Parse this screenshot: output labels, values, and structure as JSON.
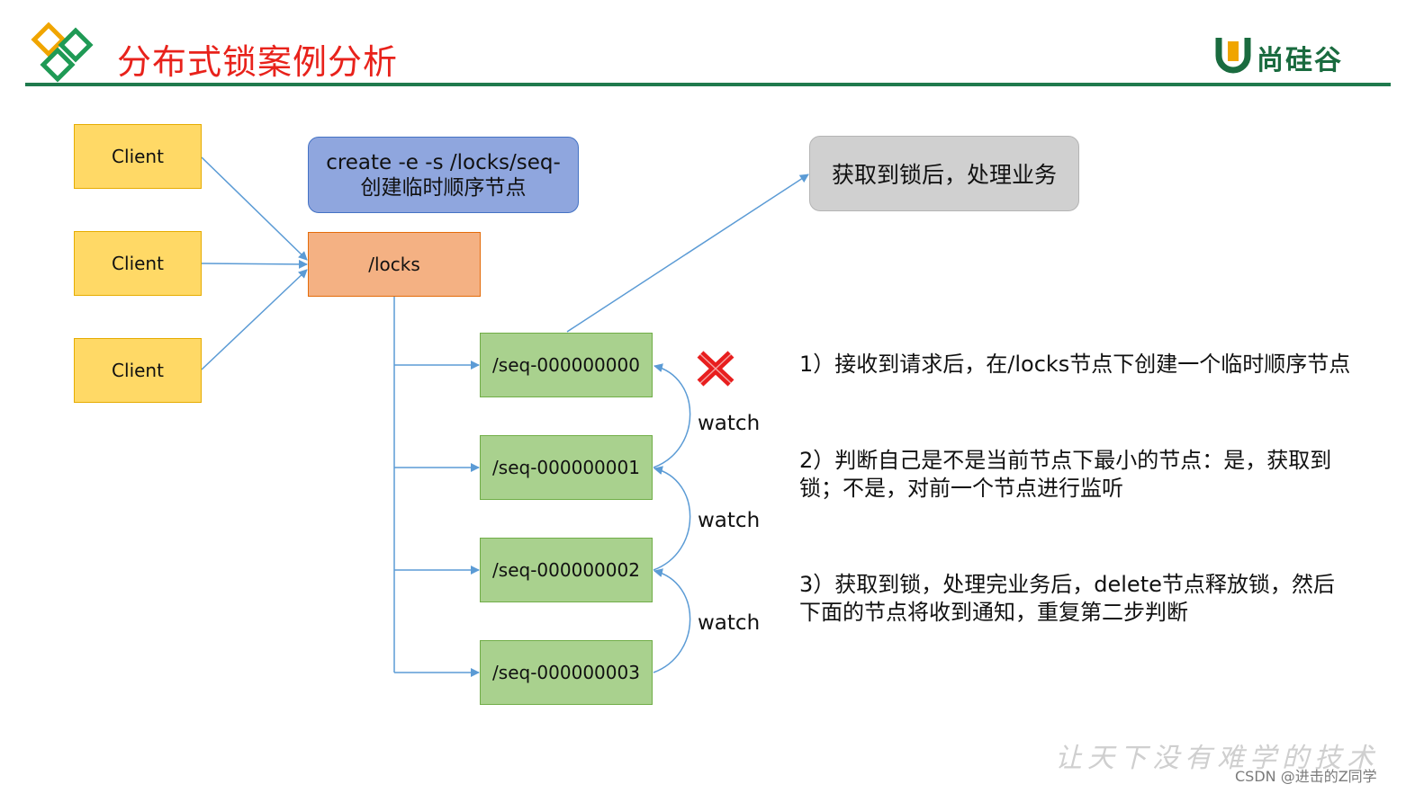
{
  "header": {
    "title": "分布式锁案例分析",
    "brand": "尚硅谷"
  },
  "clients": [
    "Client",
    "Client",
    "Client"
  ],
  "create_box": {
    "line1": "create -e -s /locks/seq-",
    "line2": "创建临时顺序节点"
  },
  "locks_node": "/locks",
  "acquire_box": "获取到锁后，处理业务",
  "seq_nodes": [
    "/seq-000000000",
    "/seq-000000001",
    "/seq-000000002",
    "/seq-000000003"
  ],
  "watch_labels": [
    "watch",
    "watch",
    "watch"
  ],
  "steps": [
    {
      "lines": [
        "1）接收到请求后，在/locks节点下创建一个临时顺序节点"
      ]
    },
    {
      "lines": [
        "2）判断自己是不是当前节点下最小的节点：是，获取到",
        "锁；不是，对前一个节点进行监听"
      ]
    },
    {
      "lines": [
        "3）获取到锁，处理完业务后，delete节点释放锁，然后",
        "下面的节点将收到通知，重复第二步判断"
      ]
    }
  ],
  "slogan": "让天下没有难学的技术",
  "watermark": "CSDN @进击的Z同学",
  "colors": {
    "title": "#e8221b",
    "rule": "#1f7a4d",
    "client_fill": "#ffd966",
    "locks_fill": "#f4b183",
    "seq_fill": "#a9d18e",
    "create_fill": "#8fa6de",
    "acquire_fill": "#d0d0d0",
    "arrow": "#5b9bd5",
    "cross": "#e81e1e"
  }
}
